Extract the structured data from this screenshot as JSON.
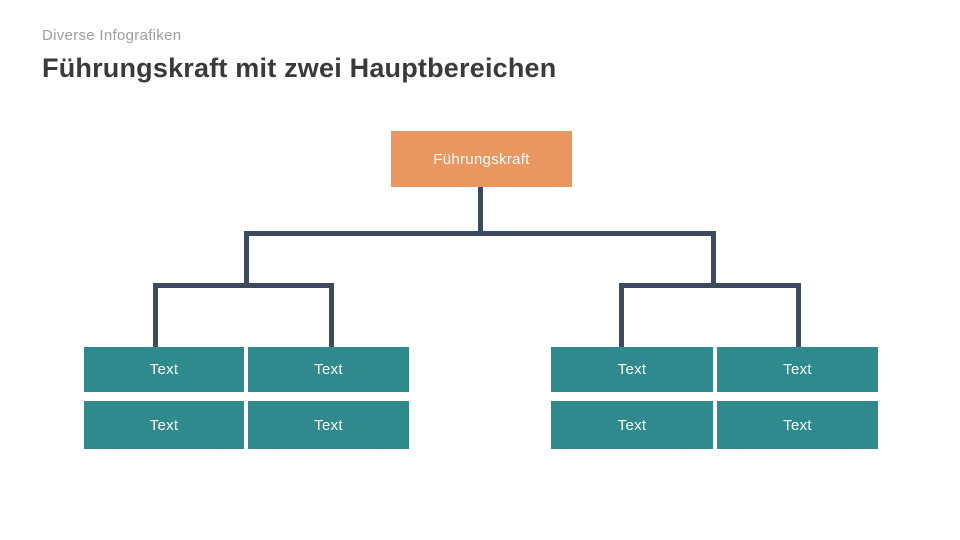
{
  "slide": {
    "eyebrow": "Diverse Infografiken",
    "title": "Führungskraft mit zwei Hauptbereichen"
  },
  "org_chart": {
    "root_label": "Führungskraft",
    "branches": [
      {
        "nodes": [
          "Text",
          "Text",
          "Text",
          "Text"
        ]
      },
      {
        "nodes": [
          "Text",
          "Text",
          "Text",
          "Text"
        ]
      }
    ]
  },
  "colors": {
    "background": "#FFFFFF",
    "root_fill": "#E9975F",
    "node_fill": "#2E8A8C",
    "connector": "#3B4A5C",
    "title_text": "#3A3A3A",
    "eyebrow_text": "#9E9E9E",
    "box_text": "#FFFFFF"
  }
}
